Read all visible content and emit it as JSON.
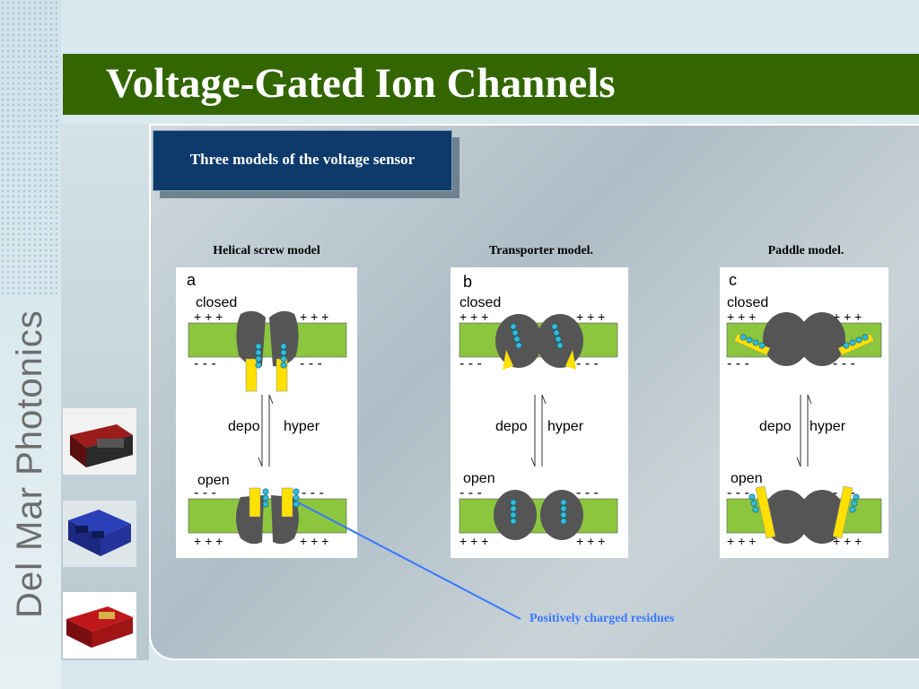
{
  "brand": "Del Mar Photonics",
  "title": "Voltage-Gated Ion Channels",
  "subtitle": "Three models of the voltage sensor",
  "models": [
    {
      "label": "Helical screw model",
      "letter": "a",
      "closed": "closed",
      "open": "open",
      "depo": "depo",
      "hyper": "hyper"
    },
    {
      "label": "Transporter model.",
      "letter": "b",
      "closed": "closed",
      "open": "open",
      "depo": "depo",
      "hyper": "hyper"
    },
    {
      "label": "Paddle model.",
      "letter": "c",
      "closed": "closed",
      "open": "open",
      "depo": "depo",
      "hyper": "hyper"
    }
  ],
  "charges": {
    "plus": "+ + +",
    "minus": "- - -"
  },
  "annotation": "Positively charged residues",
  "colors": {
    "title_bar": "#336600",
    "subtitle_box": "#0d3a6a",
    "membrane": "#8cc63f",
    "sensor": "#ffe000",
    "residue": "#33bcd9",
    "annotation": "#3a78ff"
  }
}
